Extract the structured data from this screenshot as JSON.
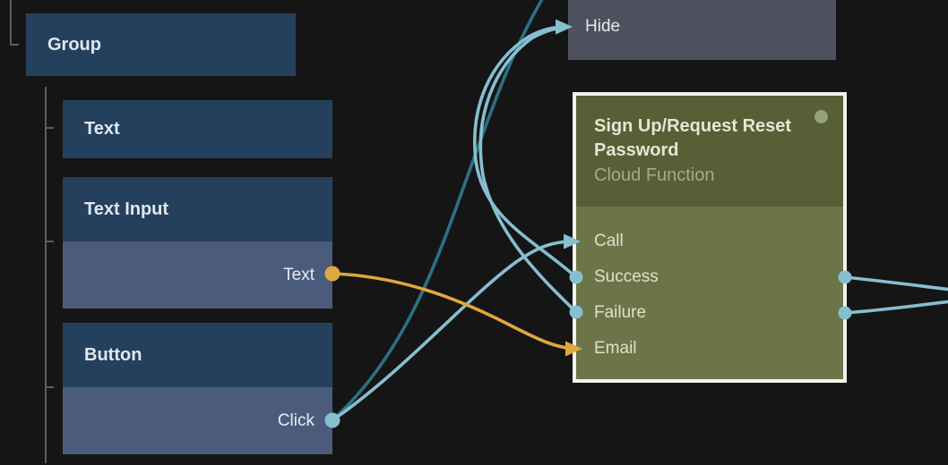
{
  "palette": {
    "background": "#151515",
    "node_header_blue": "#24405d",
    "node_port_row_blue": "#4b5b7c",
    "hide_node_gray": "#4c515d",
    "cloud_header_green": "#565f36",
    "cloud_body_green": "#6c7547",
    "cloud_border_white": "#f2f1ea",
    "wire_light_blue": "#85bfd0",
    "wire_dark_teal": "#2d7084",
    "wire_orange": "#dfa73d",
    "tree_line_gray": "#5d5d5d",
    "status_dot_green": "#97a17c"
  },
  "tree_nodes": {
    "group": {
      "label": "Group"
    },
    "text": {
      "label": "Text"
    },
    "text_input": {
      "label": "Text Input",
      "output_port": "Text"
    },
    "button": {
      "label": "Button",
      "output_port": "Click"
    }
  },
  "hide_node": {
    "label": "Hide"
  },
  "cloud_function_node": {
    "title": "Sign Up/Request Reset Password",
    "subtitle": "Cloud Function",
    "ports": [
      "Call",
      "Success",
      "Failure",
      "Email"
    ]
  }
}
